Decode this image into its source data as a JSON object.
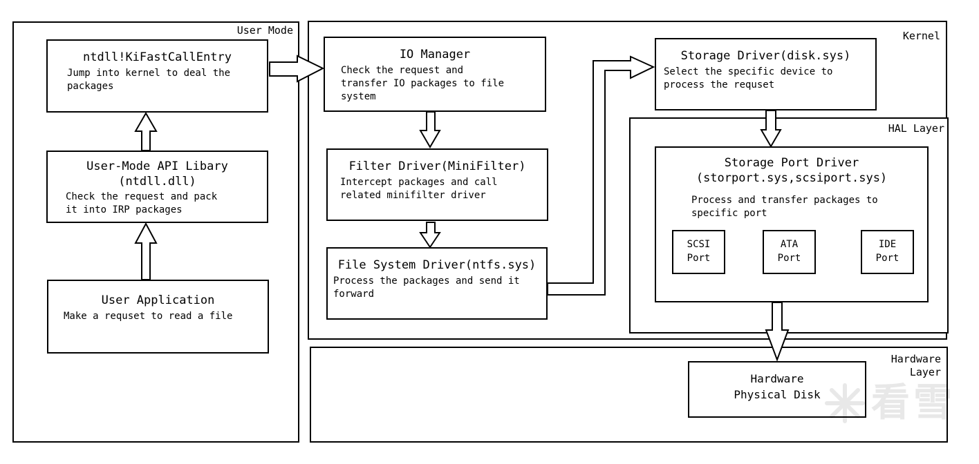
{
  "layers": {
    "user_mode": {
      "label": "User Mode"
    },
    "kernel": {
      "label": "Kernel"
    },
    "hal": {
      "label": "HAL Layer"
    },
    "hardware": {
      "label": "Hardware\nLayer"
    }
  },
  "boxes": {
    "ntdll": {
      "title": "ntdll!KiFastCallEntry",
      "body": "Jump into kernel to deal the\npackages"
    },
    "user_api": {
      "title": "User-Mode API Libary\n(ntdll.dll)",
      "body": "Check the request and pack\nit into IRP packages"
    },
    "user_app": {
      "title": "User Application",
      "body": "Make a requset to read a file"
    },
    "io_manager": {
      "title": "IO Manager",
      "body": "Check the request and\ntransfer IO packages to file\nsystem"
    },
    "filter_driver": {
      "title": "Filter Driver(MiniFilter)",
      "body": "Intercept packages and call\nrelated minifilter driver"
    },
    "file_system_driver": {
      "title": "File System Driver(ntfs.sys)",
      "body": "Process the packages and send it\nforward"
    },
    "storage_driver": {
      "title": "Storage Driver(disk.sys)",
      "body": "Select the specific device to\nprocess the requset"
    },
    "storage_port_driver": {
      "title": "Storage Port Driver\n(storport.sys,scsiport.sys)",
      "body": "Process and transfer packages to\nspecific port"
    },
    "hardware_disk": {
      "title": "Hardware\nPhysical Disk"
    }
  },
  "ports": [
    {
      "label": "SCSI\nPort"
    },
    {
      "label": "ATA\nPort"
    },
    {
      "label": "IDE\nPort"
    }
  ],
  "watermark": {
    "text": "看雪",
    "color": "#e8e8e8"
  },
  "colors": {
    "line": "#000000",
    "background": "#ffffff"
  }
}
